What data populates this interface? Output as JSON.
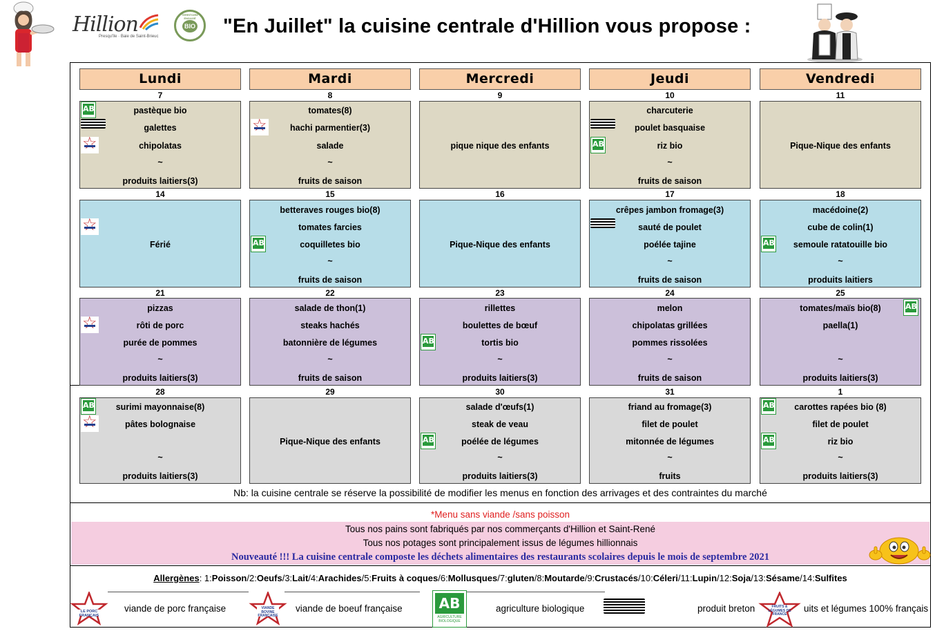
{
  "header": {
    "title": "\"En Juillet\"  la cuisine centrale d'Hillion vous propose :",
    "logo_text": "Hillion",
    "logo_subtitle": "Presqu'île · Baie de Saint-Brieuc",
    "bio_seal_text": "BIO",
    "bio_seal_ring": "TERRITOIRE ENGAGÉ"
  },
  "days": [
    "Lundi",
    "Mardi",
    "Mercredi",
    "Jeudi",
    "Vendredi"
  ],
  "colors": {
    "week1": "#ddd8c4",
    "week2": "#b7dde8",
    "week3": "#ccc0da",
    "week4": "#d9d9d9",
    "day_header": "#f9cfa9",
    "pink_banner": "#f5cde0",
    "news_text": "#2a2aa0",
    "red_text": "#e02020"
  },
  "weeks": [
    {
      "dates": [
        "7",
        "8",
        "9",
        "10",
        "11"
      ],
      "cells": [
        [
          "pastèque bio",
          "galettes",
          "chipolatas",
          "~",
          "produits laitiers(3)"
        ],
        [
          "tomates(8)",
          "hachi parmentier(3)",
          "salade",
          "~",
          "fruits de saison"
        ],
        [
          "",
          "",
          "pique nique des enfants",
          "",
          ""
        ],
        [
          "charcuterie",
          "poulet basquaise",
          "riz bio",
          "~",
          "fruits de saison"
        ],
        [
          "",
          "",
          "Pique-Nique des enfants",
          "",
          ""
        ]
      ]
    },
    {
      "dates": [
        "14",
        "15",
        "16",
        "17",
        "18"
      ],
      "cells": [
        [
          "",
          "",
          "Férié",
          "",
          ""
        ],
        [
          "betteraves rouges bio(8)",
          "tomates farcies",
          "coquilletes bio",
          "~",
          "fruits de saison"
        ],
        [
          "",
          "",
          "Pique-Nique des enfants",
          "",
          ""
        ],
        [
          "crêpes jambon fromage(3)",
          "sauté de poulet",
          "poélée tajine",
          "~",
          "fruits de saison"
        ],
        [
          "macédoine(2)",
          "cube de colin(1)",
          "semoule ratatouille bio",
          "~",
          "produits laitiers"
        ]
      ]
    },
    {
      "dates": [
        "21",
        "22",
        "23",
        "24",
        "25"
      ],
      "cells": [
        [
          "pizzas",
          "rôti de porc",
          "purée de pommes",
          "~",
          "produits laitiers(3)"
        ],
        [
          "salade de thon(1)",
          "steaks hachés",
          "batonnière de légumes",
          "~",
          "fruits de saison"
        ],
        [
          "rillettes",
          "boulettes de bœuf",
          "tortis bio",
          "~",
          "produits laitiers(3)"
        ],
        [
          "melon",
          "chipolatas grillées",
          "pommes rissolées",
          "~",
          "fruits de saison"
        ],
        [
          "tomates/maïs bio(8)",
          "paella(1)",
          "",
          "~",
          "produits laitiers(3)"
        ]
      ]
    },
    {
      "dates": [
        "28",
        "29",
        "30",
        "31",
        "1"
      ],
      "cells": [
        [
          "surimi mayonnaise(8)",
          "pâtes bolognaise",
          "",
          "~",
          "produits laitiers(3)"
        ],
        [
          "",
          "",
          "Pique-Nique des enfants",
          "",
          ""
        ],
        [
          "salade d'œufs(1)",
          "steak de veau",
          "poélée de légumes",
          "~",
          "produits laitiers(3)"
        ],
        [
          "friand au fromage(3)",
          "filet de poulet",
          "mitonnée de légumes",
          "~",
          "fruits"
        ],
        [
          "carottes rapées bio (8)",
          "filet de poulet",
          "riz bio",
          "~",
          "produits laitiers(3)"
        ]
      ]
    }
  ],
  "badges": [
    {
      "week": 0,
      "day": 0,
      "line": 0,
      "type": "ab-logo-icon"
    },
    {
      "week": 0,
      "day": 0,
      "line": 1,
      "type": "breton-flag-icon"
    },
    {
      "week": 0,
      "day": 0,
      "line": 2,
      "type": "star-label-icon"
    },
    {
      "week": 0,
      "day": 1,
      "line": 1,
      "type": "star-label-icon"
    },
    {
      "week": 0,
      "day": 3,
      "line": 1,
      "type": "breton-flag-icon"
    },
    {
      "week": 0,
      "day": 3,
      "line": 2,
      "type": "ab-logo-icon"
    },
    {
      "week": 1,
      "day": 0,
      "line": 1,
      "type": "star-label-icon"
    },
    {
      "week": 1,
      "day": 1,
      "line": 2,
      "type": "ab-logo-icon"
    },
    {
      "week": 1,
      "day": 3,
      "line": 1,
      "type": "breton-flag-icon"
    },
    {
      "week": 1,
      "day": 4,
      "line": 2,
      "type": "ab-logo-icon"
    },
    {
      "week": 2,
      "day": 0,
      "line": 1,
      "type": "star-label-icon"
    },
    {
      "week": 2,
      "day": 2,
      "line": 2,
      "type": "ab-logo-icon"
    },
    {
      "week": 2,
      "day": 4,
      "line": 0,
      "type": "ab-logo-icon",
      "side": "right"
    },
    {
      "week": 3,
      "day": 0,
      "line": 0,
      "type": "ab-logo-icon"
    },
    {
      "week": 3,
      "day": 0,
      "line": 1,
      "type": "star-label-icon"
    },
    {
      "week": 3,
      "day": 2,
      "line": 2,
      "type": "ab-logo-icon"
    },
    {
      "week": 3,
      "day": 4,
      "line": 0,
      "type": "ab-logo-icon"
    },
    {
      "week": 3,
      "day": 4,
      "line": 2,
      "type": "ab-logo-icon"
    }
  ],
  "note": "Nb: la cuisine centrale se réserve la possibilité de modifier les menus en fonction des arrivages et des contraintes du marché",
  "info": {
    "meatless": "*Menu sans viande /sans poisson",
    "bread": "Tous nos pains sont fabriqués par nos commerçants d'Hillion et Saint-René",
    "soups": "Tous nos potages  sont  principalement issus de légumes hillionnais",
    "news": "Nouveauté !!! La cuisine centrale composte les déchets alimentaires des restaurants scolaires depuis le mois de  septembre 2021"
  },
  "allergens": {
    "label": "Allergènes",
    "items": [
      {
        "n": "1",
        "name": "Poisson"
      },
      {
        "n": "2",
        "name": "Oeufs"
      },
      {
        "n": "3",
        "name": "Lait"
      },
      {
        "n": "4",
        "name": "Arachides"
      },
      {
        "n": "5",
        "name": "Fruits à coques"
      },
      {
        "n": "6",
        "name": "Mollusques"
      },
      {
        "n": "7",
        "name": "gluten"
      },
      {
        "n": "8",
        "name": "Moutarde"
      },
      {
        "n": "9",
        "name": "Crustacés"
      },
      {
        "n": "10",
        "name": "Céleri"
      },
      {
        "n": "11",
        "name": "Lupin"
      },
      {
        "n": "12",
        "name": "Soja"
      },
      {
        "n": "13",
        "name": "Sésame"
      },
      {
        "n": "14",
        "name": "Sulfites"
      }
    ]
  },
  "legend": {
    "pork": "viande de porc française",
    "beef": "viande de boeuf française",
    "bio": "agriculture biologique",
    "breton": "produit breton",
    "fruits": "uits et légumes 100% français",
    "pork_logo_text": "LE PORC FRANÇAIS",
    "beef_logo_text": "VIANDE BOVINE FRANÇAISE",
    "ab_logo_text": "AB",
    "ab_logo_sub": "AGRICULTURE BIOLOGIQUE",
    "fruits_logo_text": "FRUITS & LÉGUMES DE FRANCE"
  }
}
